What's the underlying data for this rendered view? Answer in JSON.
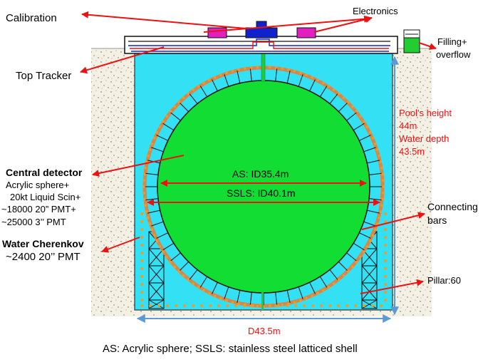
{
  "labels": {
    "calibration": "Calibration",
    "electronics": "Electronics",
    "filling_overflow": [
      "Filling+",
      "overflow"
    ],
    "top_tracker": "Top Tracker",
    "pool_height": [
      "Pool's height",
      "44m"
    ],
    "water_depth": [
      "Water depth",
      "43.5m"
    ],
    "central_detector_title": "Central detector",
    "central_detector_lines": [
      "Acrylic sphere+",
      "20kt Liquid Scin+",
      "~18000 20” PMT+",
      "~25000 3’’ PMT"
    ],
    "water_cherenkov_title": "Water Cherenkov",
    "water_cherenkov_line": "~2400 20’’ PMT",
    "as_dimension": "AS: ID35.4m",
    "ssls_dimension": "SSLS: ID40.1m",
    "connecting_bars": [
      "Connecting",
      "bars"
    ],
    "pillar": "Pillar:60",
    "pool_diameter": "D43.5m",
    "caption": "AS: Acrylic sphere;   SSLS: stainless steel latticed shell"
  },
  "colors": {
    "water": "#33e0f4",
    "liquid_scintillator": "#11dd33",
    "shell": "#d28a4c",
    "pmt_dot": "#f09a2a",
    "annotation_red": "#ee1111",
    "dimension_blue": "#5b9bd5",
    "ground": "#f4f0e4",
    "electronics_box": "#e020c0",
    "calibration_house": "#1122cc"
  }
}
